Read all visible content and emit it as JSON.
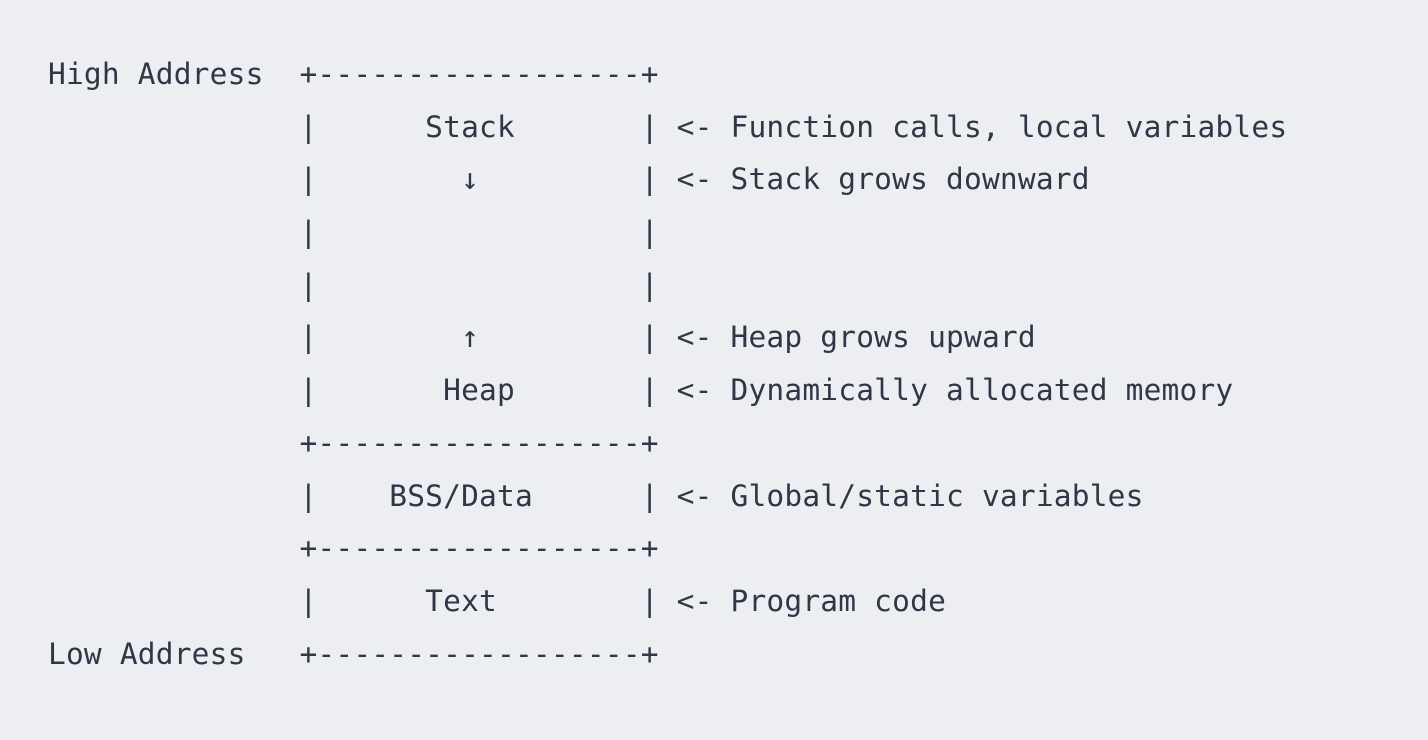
{
  "diagram": {
    "lines": [
      "High Address  +------------------+",
      "              |      Stack       | <- Function calls, local variables",
      "              |        ↓         | <- Stack grows downward",
      "              |                  |",
      "              |                  |",
      "              |        ↑         | <- Heap grows upward",
      "              |       Heap       | <- Dynamically allocated memory",
      "              +------------------+",
      "              |    BSS/Data      | <- Global/static variables",
      "              +------------------+",
      "              |      Text        | <- Program code",
      "Low Address   +------------------+"
    ]
  }
}
